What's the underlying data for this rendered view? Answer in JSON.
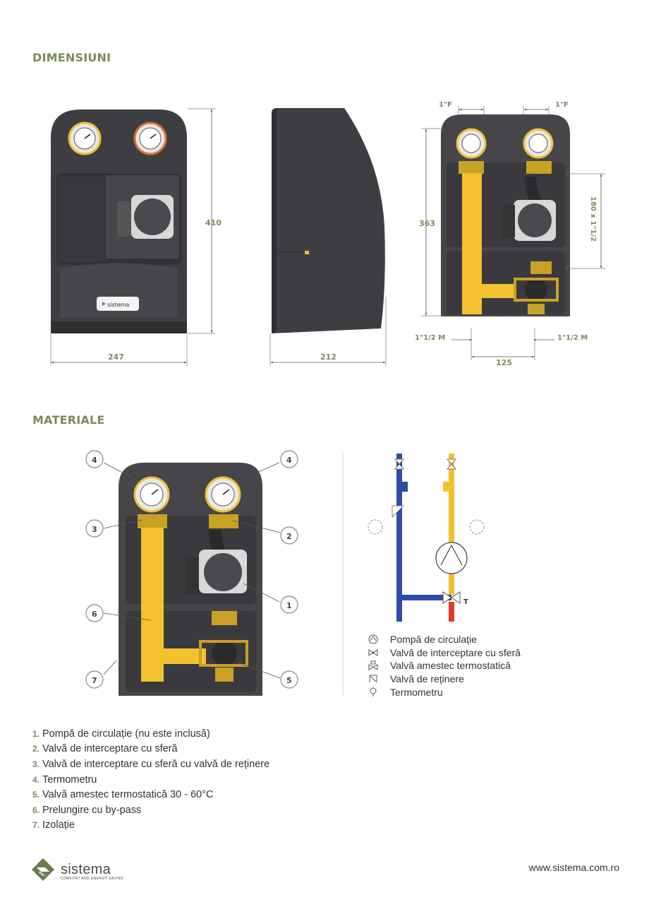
{
  "colors": {
    "accent": "#7a8b5a",
    "body": "#3e3e42",
    "yellow": "#f2c12e",
    "blue": "#2f4ca8",
    "red": "#e03a2e"
  },
  "sections": {
    "dimensions_title": "DIMENSIUNI",
    "materials_title": "MATERIALE"
  },
  "dimensions": {
    "front_height": "410",
    "front_width": "247",
    "side_depth": "212",
    "top_left": "1\"F",
    "top_right": "1\"F",
    "back_height": "363",
    "pump_dim": "180 x 1\"1/2",
    "bottom_left": "1\"1/2 M",
    "bottom_right": "1\"1/2 M",
    "bottom_center": "125"
  },
  "front_logo": "sistema",
  "callouts": [
    "4",
    "4",
    "3",
    "2",
    "1",
    "6",
    "7",
    "5"
  ],
  "schematic": {
    "t_label": "T"
  },
  "legend": [
    {
      "icon": "pump-icon",
      "label": "Pompă de circulație"
    },
    {
      "icon": "ball-valve-icon",
      "label": "Valvă de interceptare cu sferă"
    },
    {
      "icon": "mixing-valve-icon",
      "label": "Valvă amestec termostatică"
    },
    {
      "icon": "check-valve-icon",
      "label": "Valvă de reținere"
    },
    {
      "icon": "thermometer-icon",
      "label": "Termometru"
    }
  ],
  "components": [
    {
      "num": "1.",
      "label": "Pompă de circulație (nu este inclusă)"
    },
    {
      "num": "2.",
      "label": "Valvă de interceptare cu sferă"
    },
    {
      "num": "3.",
      "label": "Valvă de interceptare cu sferă cu valvă de reținere"
    },
    {
      "num": "4.",
      "label": "Termometru"
    },
    {
      "num": "5.",
      "label": "Valvă amestec termostatică 30 - 60°C"
    },
    {
      "num": "6.",
      "label": "Prelungire cu by-pass"
    },
    {
      "num": "7.",
      "label": "Izolație"
    }
  ],
  "footer": {
    "brand": "sistema",
    "tagline": "COMFORT AND ENERGY SAVING",
    "url": "www.sistema.com.ro"
  }
}
